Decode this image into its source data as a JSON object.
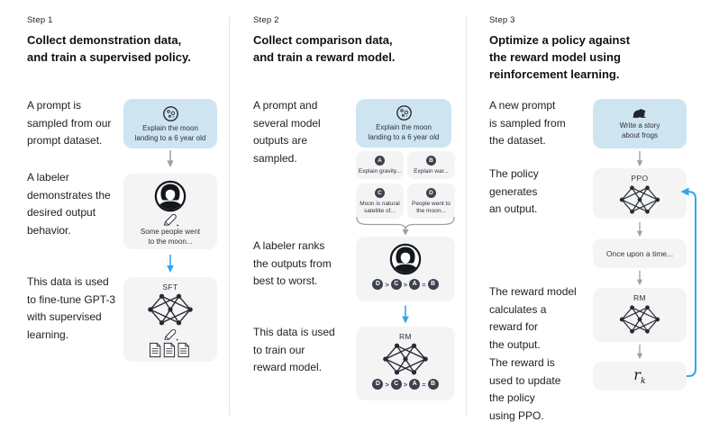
{
  "colors": {
    "prompt_box_bg": "#cee4f1",
    "panel_bg": "#f4f4f5",
    "blue_arrow": "#2fa6f0",
    "gray_arrow": "#9aa0a8",
    "badge_bg": "#3b414d",
    "text": "#202123"
  },
  "icons": {
    "moon": "moon-icon",
    "frog": "frog-icon",
    "labeler": "labeler-avatar-icon",
    "pencil": "pencil-icon",
    "network": "neural-network-icon",
    "documents": "documents-icon",
    "down_arrow": "down-arrow-icon",
    "brace": "brace-arrow-icon",
    "feedback": "feedback-loop-arrow-icon"
  },
  "ranking": [
    {
      "t": "D"
    },
    {
      "t": ">"
    },
    {
      "t": "C"
    },
    {
      "t": ">"
    },
    {
      "t": "A"
    },
    {
      "t": "="
    },
    {
      "t": "B"
    }
  ],
  "step1": {
    "label": "Step 1",
    "heading": "Collect demonstration data,\nand train a supervised policy.",
    "captions": [
      "A prompt is\nsampled from our\nprompt dataset.",
      "A labeler\ndemonstrates the\ndesired output\nbehavior.",
      "This data is used\nto fine-tune GPT-3\nwith supervised\nlearning."
    ],
    "prompt_box": {
      "text": "Explain the moon\nlanding to a 6 year old"
    },
    "labeler_box": {
      "text": "Some people went\nto the moon..."
    },
    "sft_box": {
      "title": "SFT"
    }
  },
  "step2": {
    "label": "Step 2",
    "heading": "Collect comparison data,\nand train a reward model.",
    "captions": [
      "A prompt and\nseveral model\noutputs are\nsampled.",
      "A labeler ranks\nthe outputs from\nbest to worst.",
      "This data is used\nto train our\nreward model."
    ],
    "prompt_box": {
      "text": "Explain the moon\nlanding to a 6 year old"
    },
    "outputs": [
      {
        "label": "A",
        "text": "Explain gravity..."
      },
      {
        "label": "B",
        "text": "Explain war..."
      },
      {
        "label": "C",
        "text": "Moon is natural\nsatellite of..."
      },
      {
        "label": "D",
        "text": "People went to\nthe moon..."
      }
    ],
    "rm_box": {
      "title": "RM"
    }
  },
  "step3": {
    "label": "Step 3",
    "heading": "Optimize a policy against\nthe reward model using\nreinforcement learning.",
    "captions": [
      "A new prompt\nis sampled from\nthe dataset.",
      "The policy\ngenerates\nan output.",
      "The reward model\ncalculates a\nreward for\nthe output.",
      "The reward is\nused to update\nthe policy\nusing PPO."
    ],
    "prompt_box": {
      "text": "Write a story\nabout frogs"
    },
    "ppo_box": {
      "title": "PPO"
    },
    "output_box": {
      "text": "Once upon a time..."
    },
    "rm_box": {
      "title": "RM"
    },
    "reward_box": {
      "symbol": "r",
      "subscript": "k"
    }
  }
}
